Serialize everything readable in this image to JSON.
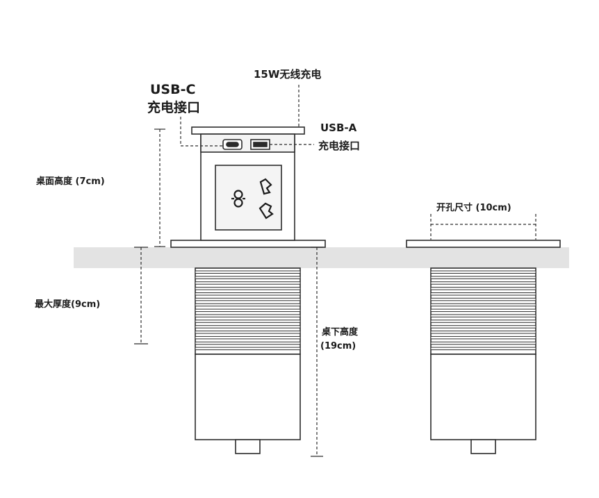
{
  "labels": {
    "usb_c_line1": "USB-C",
    "usb_c_line2": "充电接口",
    "wireless": "15W无线充电",
    "usb_a_line1": "USB-A",
    "usb_a_line2": "充电接口",
    "desktop_height": "桌面高度 (7cm)",
    "max_thickness": "最大厚度(9cm)",
    "under_height_line1": "桌下高度",
    "under_height_line2": "(19cm)",
    "hole_size": "开孔尺寸 (10cm)"
  },
  "colors": {
    "stroke": "#2b2b2b",
    "desk": "#e3e3e3",
    "panel_face": "#f4f4f4",
    "housing": "#ffffff"
  },
  "fins_count": 15
}
